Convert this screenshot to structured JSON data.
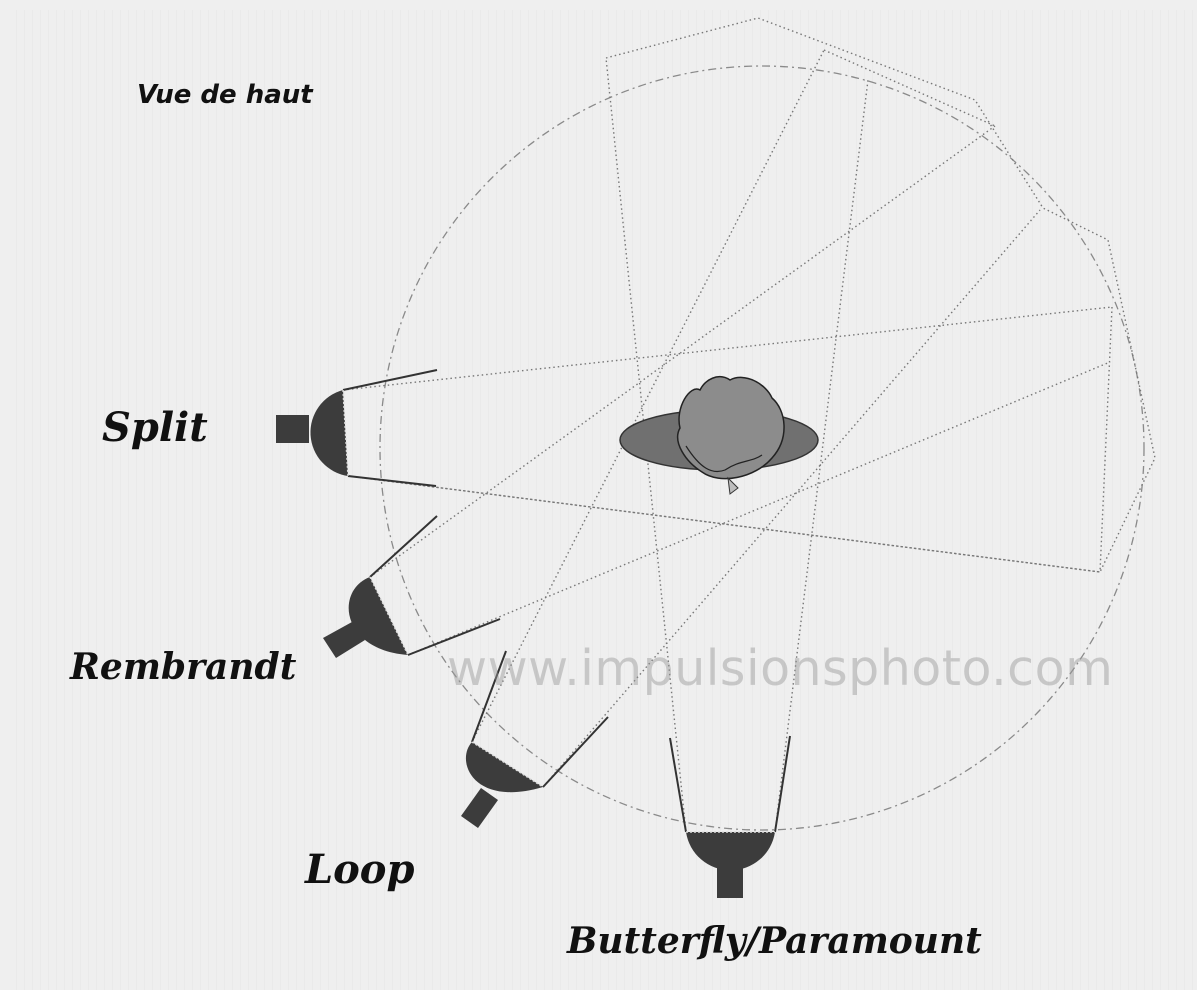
{
  "view_title": "Vue de haut",
  "lights": {
    "split": "Split",
    "rembrandt": "Rembrandt",
    "loop": "Loop",
    "butterfly": "Butterfly/Paramount"
  },
  "watermark": "www.impulsionsphoto.com",
  "colors": {
    "background": "#efefef",
    "light_body": "#3c3c3c",
    "head": "#8c8c8c",
    "shoulders": "#6f6f6f",
    "beam_lines": "#888888"
  },
  "icons": [
    "light-modifier-icon",
    "subject-head-icon"
  ]
}
